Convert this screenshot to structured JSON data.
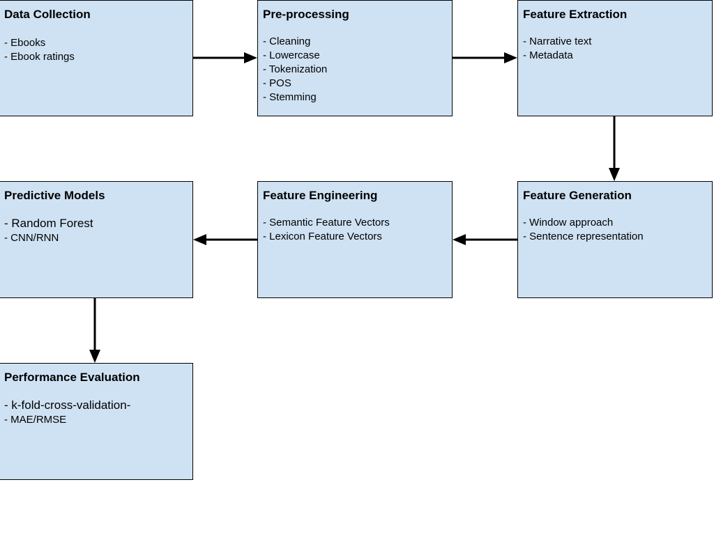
{
  "colors": {
    "box_fill": "#cfe2f3",
    "border": "#000000",
    "arrow": "#000000"
  },
  "boxes": {
    "data_collection": {
      "title": "Data Collection",
      "items": [
        "- Ebooks",
        "- Ebook ratings"
      ]
    },
    "preprocessing": {
      "title": "Pre-processing",
      "items": [
        "- Cleaning",
        "- Lowercase",
        "- Tokenization",
        "- POS",
        "- Stemming"
      ]
    },
    "feature_extraction": {
      "title": "Feature Extraction",
      "items": [
        "- Narrative text",
        "- Metadata"
      ]
    },
    "predictive_models": {
      "title": "Predictive Models",
      "items": [
        "- Random Forest",
        "- CNN/RNN"
      ]
    },
    "feature_engineering": {
      "title": "Feature Engineering",
      "items": [
        "- Semantic Feature Vectors",
        "- Lexicon Feature Vectors"
      ]
    },
    "feature_generation": {
      "title": "Feature Generation",
      "items": [
        "- Window approach",
        "- Sentence representation"
      ]
    },
    "performance_evaluation": {
      "title": "Performance Evaluation",
      "items": [
        "- k-fold-cross-validation-",
        "- MAE/RMSE"
      ]
    }
  },
  "edges": [
    {
      "from": "Data Collection",
      "to": "Pre-processing"
    },
    {
      "from": "Pre-processing",
      "to": "Feature Extraction"
    },
    {
      "from": "Feature Extraction",
      "to": "Feature Generation"
    },
    {
      "from": "Feature Generation",
      "to": "Feature Engineering"
    },
    {
      "from": "Feature Engineering",
      "to": "Predictive Models"
    },
    {
      "from": "Predictive Models",
      "to": "Performance Evaluation"
    }
  ]
}
